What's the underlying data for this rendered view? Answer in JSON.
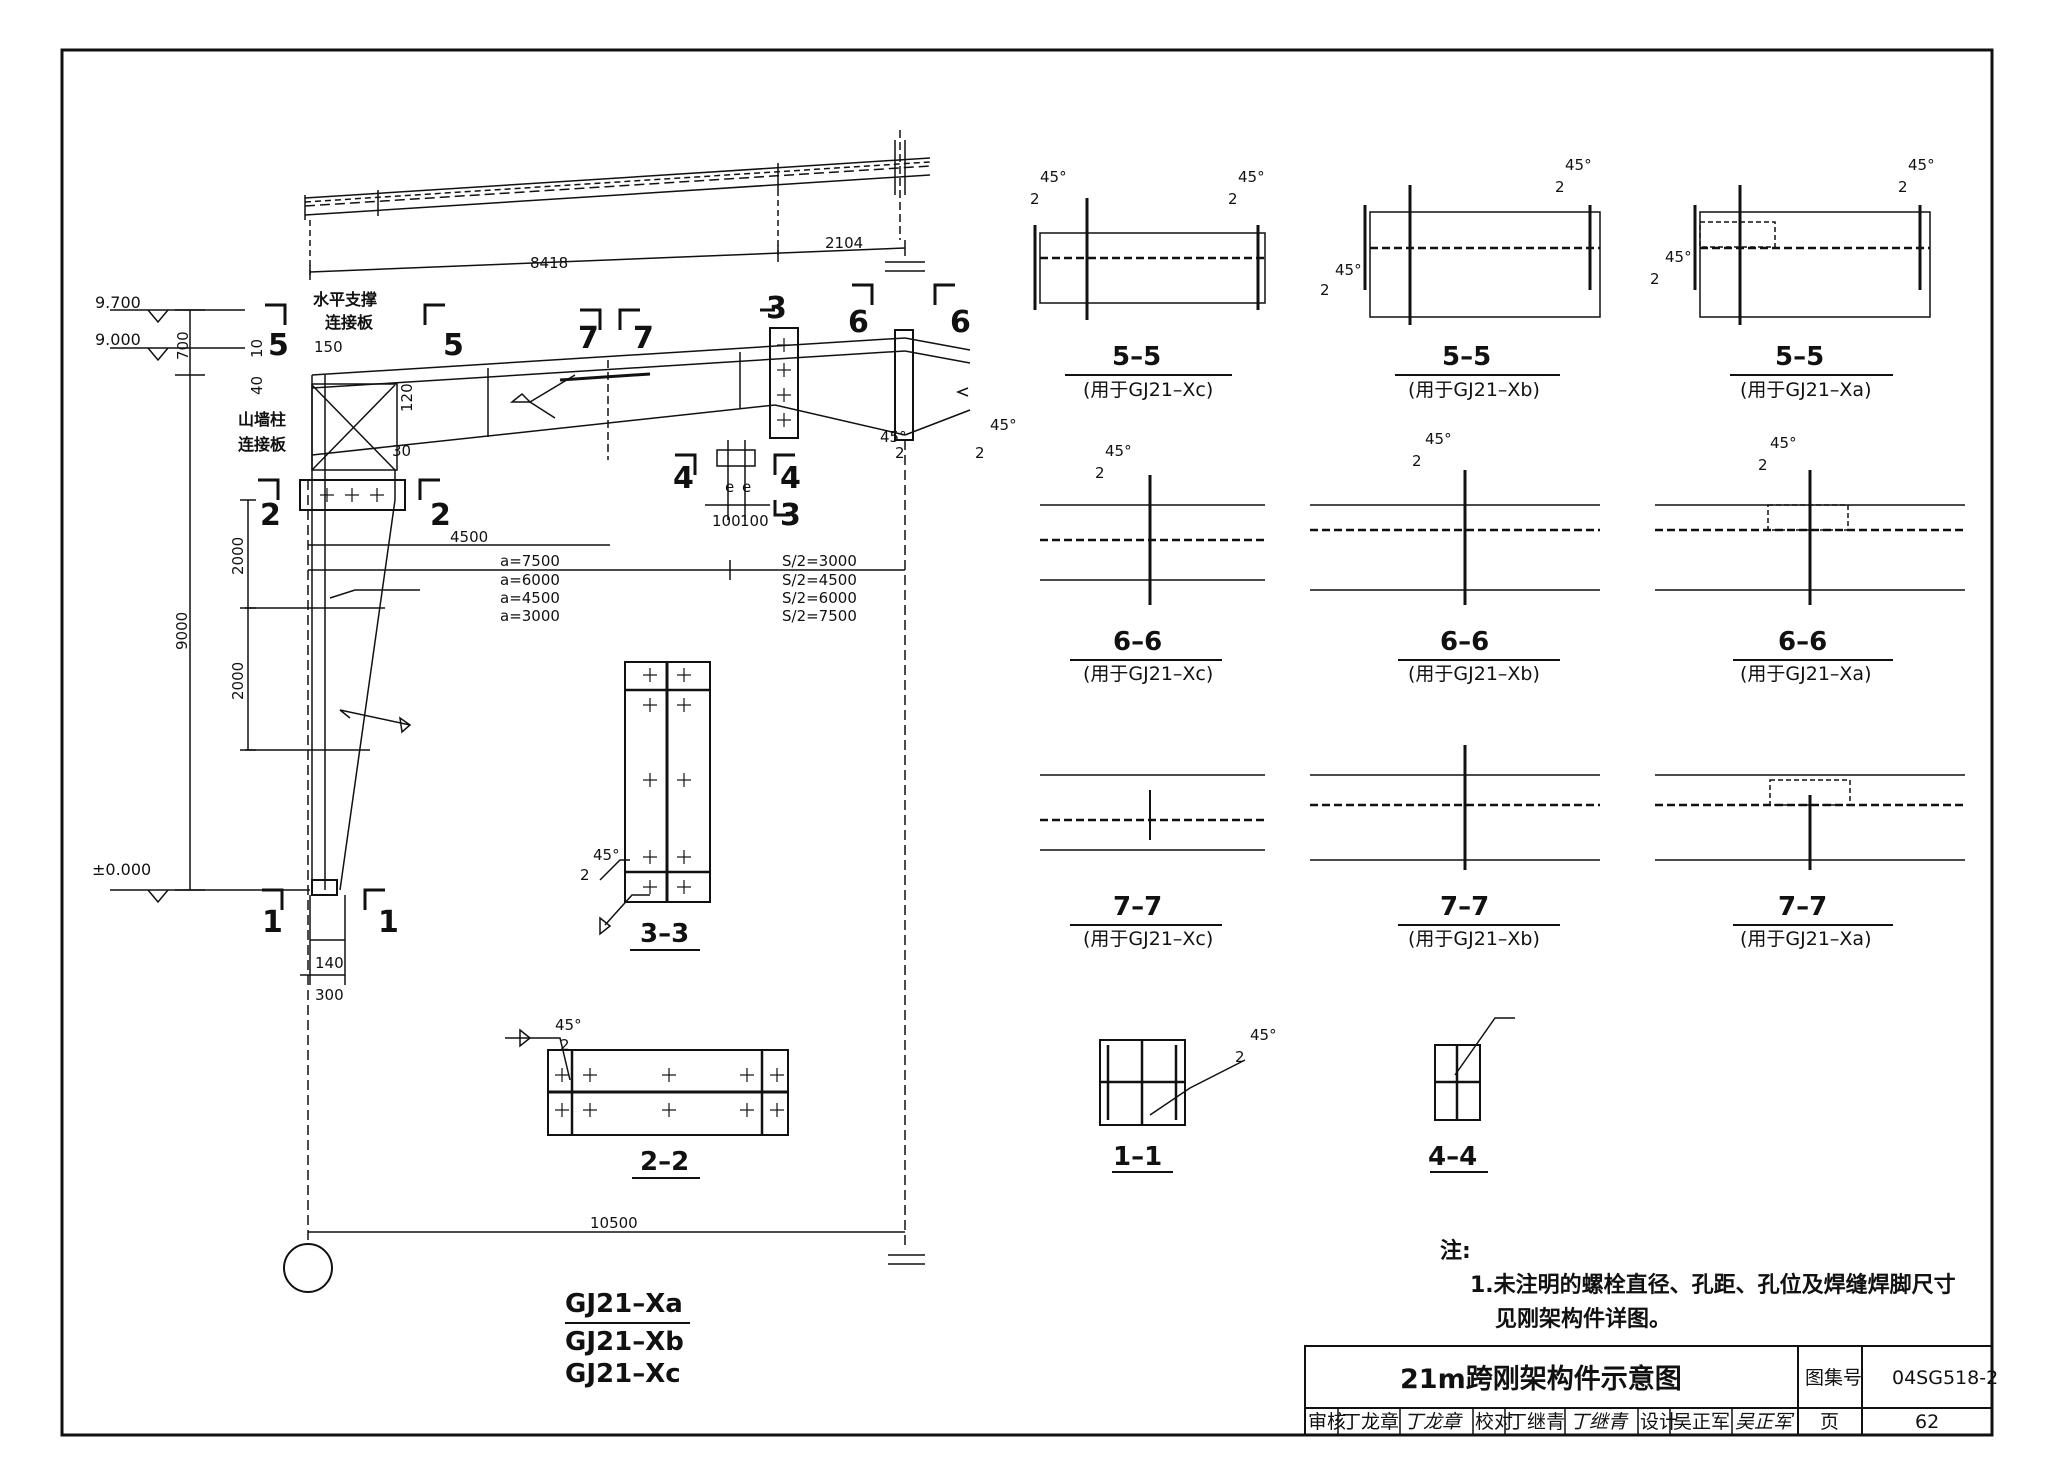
{
  "levels": {
    "top": "9.700",
    "eave": "9.000",
    "ground": "±0.000"
  },
  "labels": {
    "brace_plate_1": "水平支撑",
    "brace_plate_2": "连接板",
    "gable_plate_1": "山墙柱",
    "gable_plate_2": "连接板"
  },
  "dims": {
    "d8418": "8418",
    "d2104": "2104",
    "d700": "700",
    "d10": "10",
    "d40": "40",
    "d150": "150",
    "d120": "120",
    "d30": "30",
    "d4500": "4500",
    "d2000a": "2000",
    "d2000b": "2000",
    "d9000": "9000",
    "d140": "140",
    "d300": "300",
    "d10500": "10500",
    "e1": "e",
    "e2": "e",
    "d100a": "100",
    "d100b": "100",
    "a_list": [
      "a=7500",
      "a=6000",
      "a=4500",
      "a=3000"
    ],
    "s_list": [
      "S/2=3000",
      "S/2=4500",
      "S/2=6000",
      "S/2=7500"
    ]
  },
  "cut_marks": {
    "c1": "1",
    "c2": "2",
    "c3": "3",
    "c4": "4",
    "c5": "5",
    "c6": "6",
    "c7": "7"
  },
  "weld": {
    "angle": "45°",
    "size": "2"
  },
  "sections": {
    "s55c": {
      "title": "5–5",
      "sub": "(用于GJ21–Xc)"
    },
    "s55b": {
      "title": "5–5",
      "sub": "(用于GJ21–Xb)"
    },
    "s55a": {
      "title": "5–5",
      "sub": "(用于GJ21–Xa)"
    },
    "s66c": {
      "title": "6–6",
      "sub": "(用于GJ21–Xc)"
    },
    "s66b": {
      "title": "6–6",
      "sub": "(用于GJ21–Xb)"
    },
    "s66a": {
      "title": "6–6",
      "sub": "(用于GJ21–Xa)"
    },
    "s77c": {
      "title": "7–7",
      "sub": "(用于GJ21–Xc)"
    },
    "s77b": {
      "title": "7–7",
      "sub": "(用于GJ21–Xb)"
    },
    "s77a": {
      "title": "7–7",
      "sub": "(用于GJ21–Xa)"
    },
    "s33": {
      "title": "3–3"
    },
    "s22": {
      "title": "2–2"
    },
    "s11": {
      "title": "1–1"
    },
    "s44": {
      "title": "4–4"
    }
  },
  "frame_names": [
    "GJ21–Xa",
    "GJ21–Xb",
    "GJ21–Xc"
  ],
  "notes": {
    "heading": "注:",
    "line1": "1.未注明的螺栓直径、孔距、孔位及焊缝焊脚尺寸",
    "line2": "见刚架构件详图。"
  },
  "title_block": {
    "title": "21m跨刚架构件示意图",
    "atlas_label": "图集号",
    "atlas_no": "04SG518-2",
    "page_label": "页",
    "page_no": "62",
    "review_label": "审核",
    "reviewer": "丁龙章",
    "reviewer_sig": "丁龙章",
    "check_label": "校对",
    "checker": "丁继青",
    "checker_sig": "丁继青",
    "design_label": "设计",
    "designer": "吴正军",
    "designer_sig": "吴正军"
  }
}
